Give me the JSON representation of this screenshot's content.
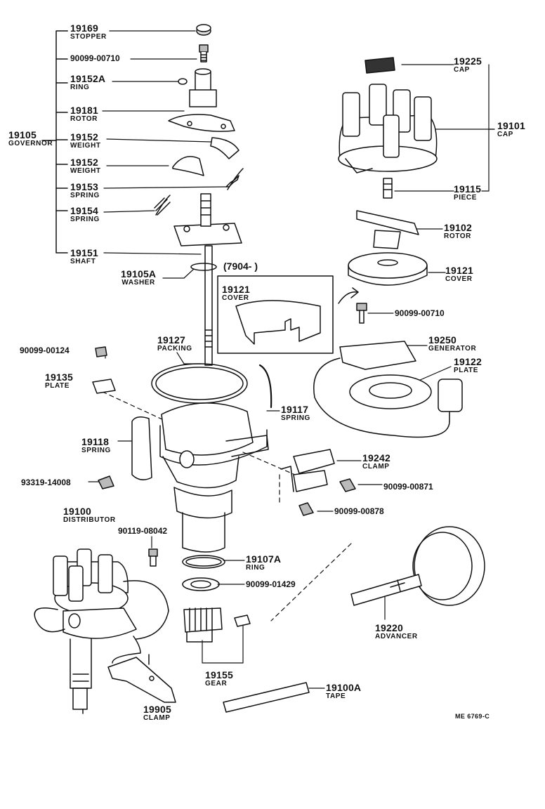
{
  "drawing_code": "ME 6769-C",
  "inset_code": "(7904-        )",
  "labels": {
    "p19169": {
      "num": "19169",
      "name": "STOPPER"
    },
    "p9009900710a": {
      "num": "90099-00710",
      "name": ""
    },
    "p19152A": {
      "num": "19152A",
      "name": "RING"
    },
    "p19181": {
      "num": "19181",
      "name": "ROTOR"
    },
    "p19105": {
      "num": "19105",
      "name": "GOVERNOR"
    },
    "p19152a": {
      "num": "19152",
      "name": "WEIGHT"
    },
    "p19152b": {
      "num": "19152",
      "name": "WEIGHT"
    },
    "p19153": {
      "num": "19153",
      "name": "SPRING"
    },
    "p19154": {
      "num": "19154",
      "name": "SPRING"
    },
    "p19151": {
      "num": "19151",
      "name": "SHAFT"
    },
    "p19105A": {
      "num": "19105A",
      "name": "WASHER"
    },
    "p19225": {
      "num": "19225",
      "name": "CAP"
    },
    "p19101": {
      "num": "19101",
      "name": "CAP"
    },
    "p19115": {
      "num": "19115",
      "name": "PIECE"
    },
    "p19102": {
      "num": "19102",
      "name": "ROTOR"
    },
    "p19121a": {
      "num": "19121",
      "name": "COVER"
    },
    "p19121b": {
      "num": "19121",
      "name": "COVER"
    },
    "p9009900710b": {
      "num": "90099-00710",
      "name": ""
    },
    "p19250": {
      "num": "19250",
      "name": "GENERATOR"
    },
    "p19122": {
      "num": "19122",
      "name": "PLATE"
    },
    "p19127": {
      "num": "19127",
      "name": "PACKING"
    },
    "p9009900124": {
      "num": "90099-00124",
      "name": ""
    },
    "p19135": {
      "num": "19135",
      "name": "PLATE"
    },
    "p19117": {
      "num": "19117",
      "name": "SPRING"
    },
    "p19118": {
      "num": "19118",
      "name": "SPRING"
    },
    "p19242": {
      "num": "19242",
      "name": "CLAMP"
    },
    "p9331914008": {
      "num": "93319-14008",
      "name": ""
    },
    "p9009900871": {
      "num": "90099-00871",
      "name": ""
    },
    "p9009900878": {
      "num": "90099-00878",
      "name": ""
    },
    "p19100": {
      "num": "19100",
      "name": "DISTRIBUTOR"
    },
    "p9011908042": {
      "num": "90119-08042",
      "name": ""
    },
    "p19107A": {
      "num": "19107A",
      "name": "RING"
    },
    "p9009901429": {
      "num": "90099-01429",
      "name": ""
    },
    "p19220": {
      "num": "19220",
      "name": "ADVANCER"
    },
    "p19155": {
      "num": "19155",
      "name": "GEAR"
    },
    "p19905": {
      "num": "19905",
      "name": "CLAMP"
    },
    "p19100A": {
      "num": "19100A",
      "name": "TAPE"
    }
  }
}
